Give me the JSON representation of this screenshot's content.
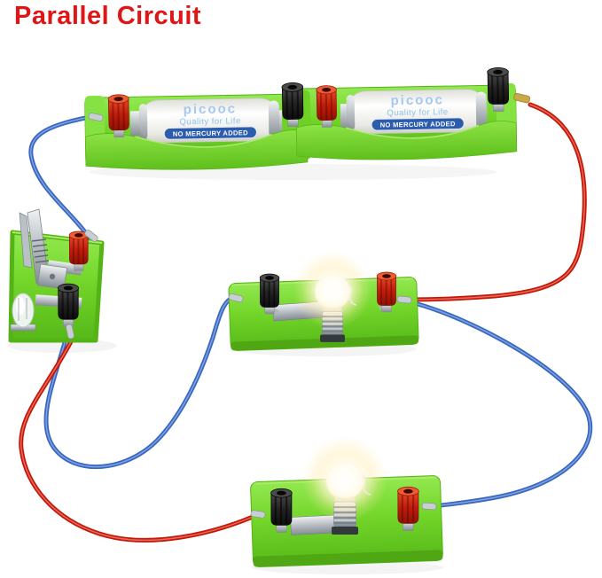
{
  "title": {
    "text": "Parallel Circuit"
  },
  "battery_pack": {
    "cells": [
      {
        "brand": "picooc",
        "tagline": "Quality for Life",
        "badge": "NO MERCURY ADDED"
      },
      {
        "brand": "picooc",
        "tagline": "Quality for Life",
        "badge": "NO MERCURY ADDED"
      }
    ]
  },
  "colors": {
    "background": "#ffffff",
    "title_red": "#e01616",
    "base_green": "#74d62a",
    "base_green_dark": "#4da313",
    "wire_red": "#c41808",
    "wire_blue": "#3a67c0",
    "post_red": "#d2310f",
    "post_black": "#262626",
    "battery_text_blue": "#9cc4ec",
    "badge_pill_blue": "#2b5cad",
    "bulb_glow": "#fff3c8",
    "metal_gray": "#b7bdc2"
  }
}
